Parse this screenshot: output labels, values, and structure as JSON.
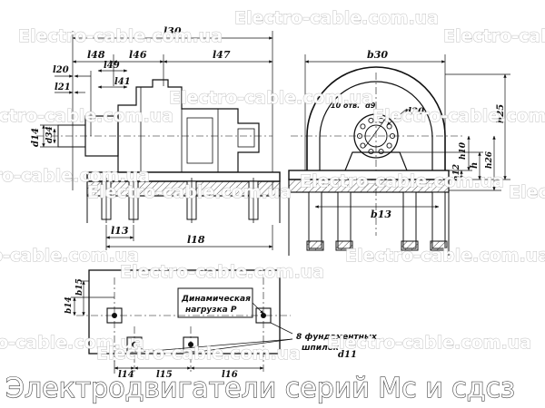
{
  "caption": "Электродвигатели серий Мс и сдсз",
  "watermark": "Electro-cable.com.ua",
  "dimension_labels": {
    "l30": "l30",
    "l48": "l48",
    "l46": "l46",
    "l47": "l47",
    "l20": "l20",
    "l49": "l49",
    "l41": "l41",
    "l21": "l21",
    "d14": "d14",
    "d34": "d34",
    "l13": "l13",
    "l18": "l18",
    "b30": "b30",
    "h25": "h25",
    "h10": "h10",
    "h": "h",
    "h12": "h12",
    "h26": "h26",
    "b13": "b13",
    "d30": "d30",
    "b14": "b14",
    "b15": "b15",
    "l14": "l14",
    "l15": "l15",
    "l16": "l16",
    "d11": "d11"
  },
  "notes": {
    "holes_prefix": "10 отв.",
    "holes_dim": "d9",
    "dynamic_load_line1": "Динамическая",
    "dynamic_load_line2": "нагрузка P",
    "studs_line1": "8 фундаментных",
    "studs_line2": "шпилек"
  }
}
